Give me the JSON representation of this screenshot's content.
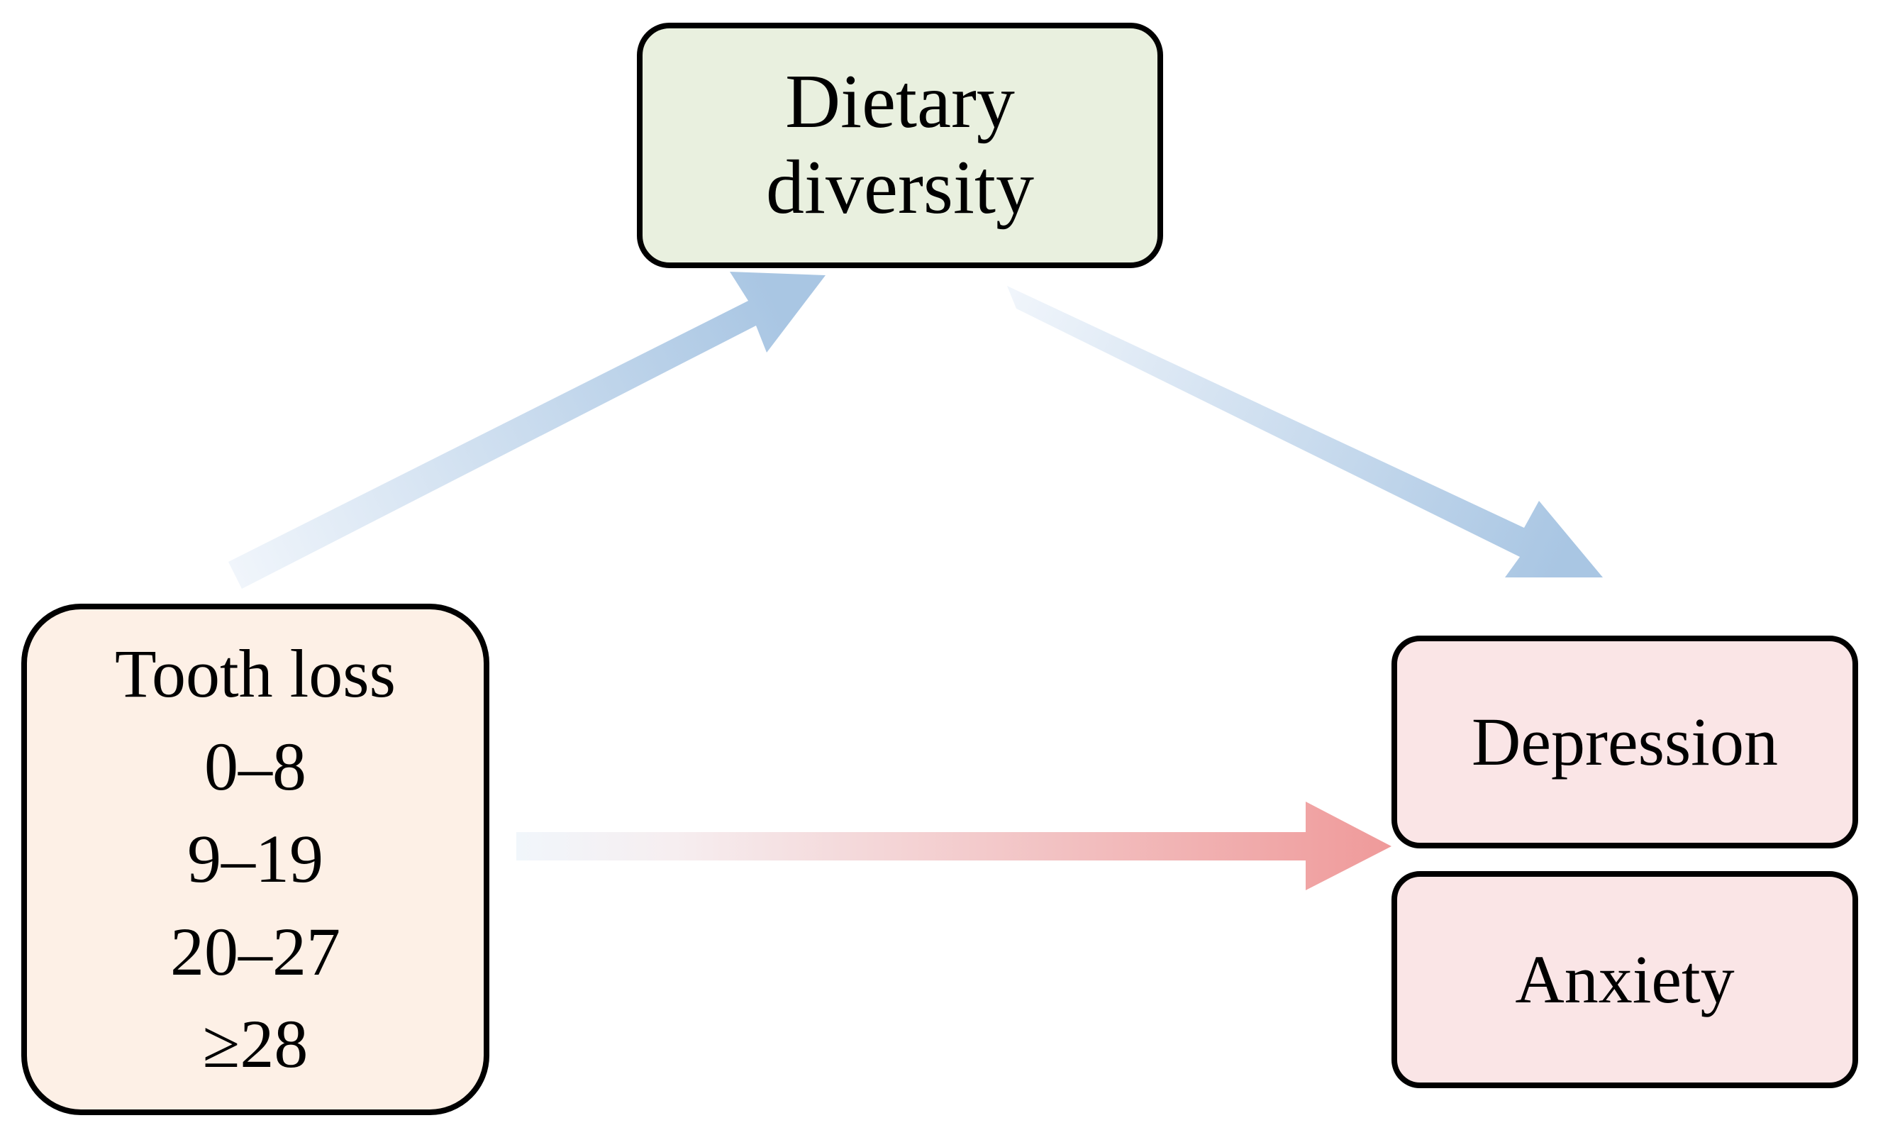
{
  "diagram": {
    "mediator": {
      "lines": [
        "Dietary",
        "diversity"
      ],
      "fill": "#e9f0df"
    },
    "exposure": {
      "title": "Tooth loss",
      "categories": [
        "0–8",
        "9–19",
        "20–27",
        "≥28"
      ],
      "fill": "#fdf0e6"
    },
    "outcomes": {
      "depression": "Depression",
      "anxiety": "Anxiety",
      "fill": "#fae5e6"
    },
    "colors": {
      "mediation_arrow": "#a9c6e3",
      "direct_arrow": "#ef9a9a",
      "box_border": "#000000"
    }
  }
}
